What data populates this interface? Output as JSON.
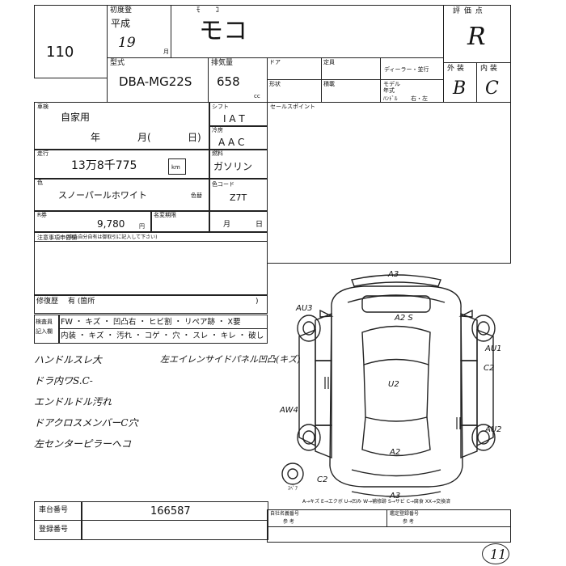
{
  "lot_number": "110",
  "header": {
    "first_reg_label": "初度登",
    "era": "平成",
    "year": "19",
    "year_unit": "月",
    "model_name_reading": "ﾓ ｺ",
    "model_name": "モコ",
    "evaluation_label": "評 価 点",
    "evaluation": "R",
    "exterior_label": "外 装",
    "exterior_grade": "B",
    "interior_label": "内 装",
    "interior_grade": "C"
  },
  "specs": {
    "model_code_label": "型式",
    "model_code": "DBA-MG22S",
    "displacement_label": "排気量",
    "displacement": "658",
    "displacement_unit": "cc",
    "door_label": "ドア",
    "capacity_label": "定員",
    "dealer_label": "ディーラー・並行",
    "shape_label": "形状",
    "load_label": "積載",
    "model_year_label": "モデル年式",
    "handle_label": "ﾊﾝﾄﾞﾙ",
    "handle_value": "右・左"
  },
  "vehicle": {
    "inspection_label": "車検",
    "inspection_value": "自家用",
    "date_year": "年",
    "date_month": "月(",
    "date_day": "日)",
    "shift_label": "シフト",
    "shift_value": "I A T",
    "ac_label": "冷房",
    "ac_value": "A A C",
    "mileage_label": "走行",
    "mileage_value": "13万8千775",
    "mileage_unit": "km",
    "fuel_label": "燃料",
    "fuel_value": "ガソリン",
    "color_label": "色",
    "color_value": "スノーパールホワイト",
    "color_no_label": "色替",
    "color_code_label": "色コード",
    "color_code": "Z7T",
    "recycle_label": "R券",
    "recycle_value": "9,780",
    "recycle_unit": "円",
    "name_change_label": "名変期限",
    "name_change_month": "月",
    "name_change_day": "日",
    "selling_point_label": "セールスポイント"
  },
  "notes": {
    "caution_label": "注意事項申告欄",
    "caution_sub": "(申告自分自有は御取引に記入して下さい)",
    "repair_label": "修復歴",
    "repair_value": "有 (箇所",
    "repair_close": ")"
  },
  "inspector": {
    "label_top": "検査員",
    "label_bottom": "記入欄",
    "row1": "FW ・ キズ ・ 凹凸右 ・ ヒビ割 ・ リペア跡 ・ X要",
    "row2": "内装 ・ キズ ・ 汚れ ・ コゲ ・ 穴 ・ スレ ・ キレ ・ 破し",
    "remarks": [
      "ハンドルスレ大",
      "ドラ内ワS.C-",
      "エンドルドル汚れ",
      "ドアクロスメンバーC穴",
      "左センターピラーへコ"
    ],
    "remark_right": "左エイレンサイドパネル凹凸(キズ)"
  },
  "diagram": {
    "labels": [
      "A3",
      "AU3",
      "A2 S",
      "AU1",
      "C2",
      "U2",
      "AW4",
      "AU2",
      "A2",
      "C2",
      "A3"
    ],
    "spare_label": "ｽﾍﾟｱ",
    "legend": "A→キズ  E→エクボ  U→凹み  W→補修跡  S→サビ  C→腐食  XX→交換済"
  },
  "footer": {
    "chassis_label": "車台番号",
    "chassis_value": "166587",
    "reg_label": "登録番号",
    "transfer_label": "自社名義番号",
    "transfer_ref": "参 考",
    "assess_label": "鑑定登録番号",
    "assess_ref": "参 考",
    "sheet_no": "11"
  }
}
